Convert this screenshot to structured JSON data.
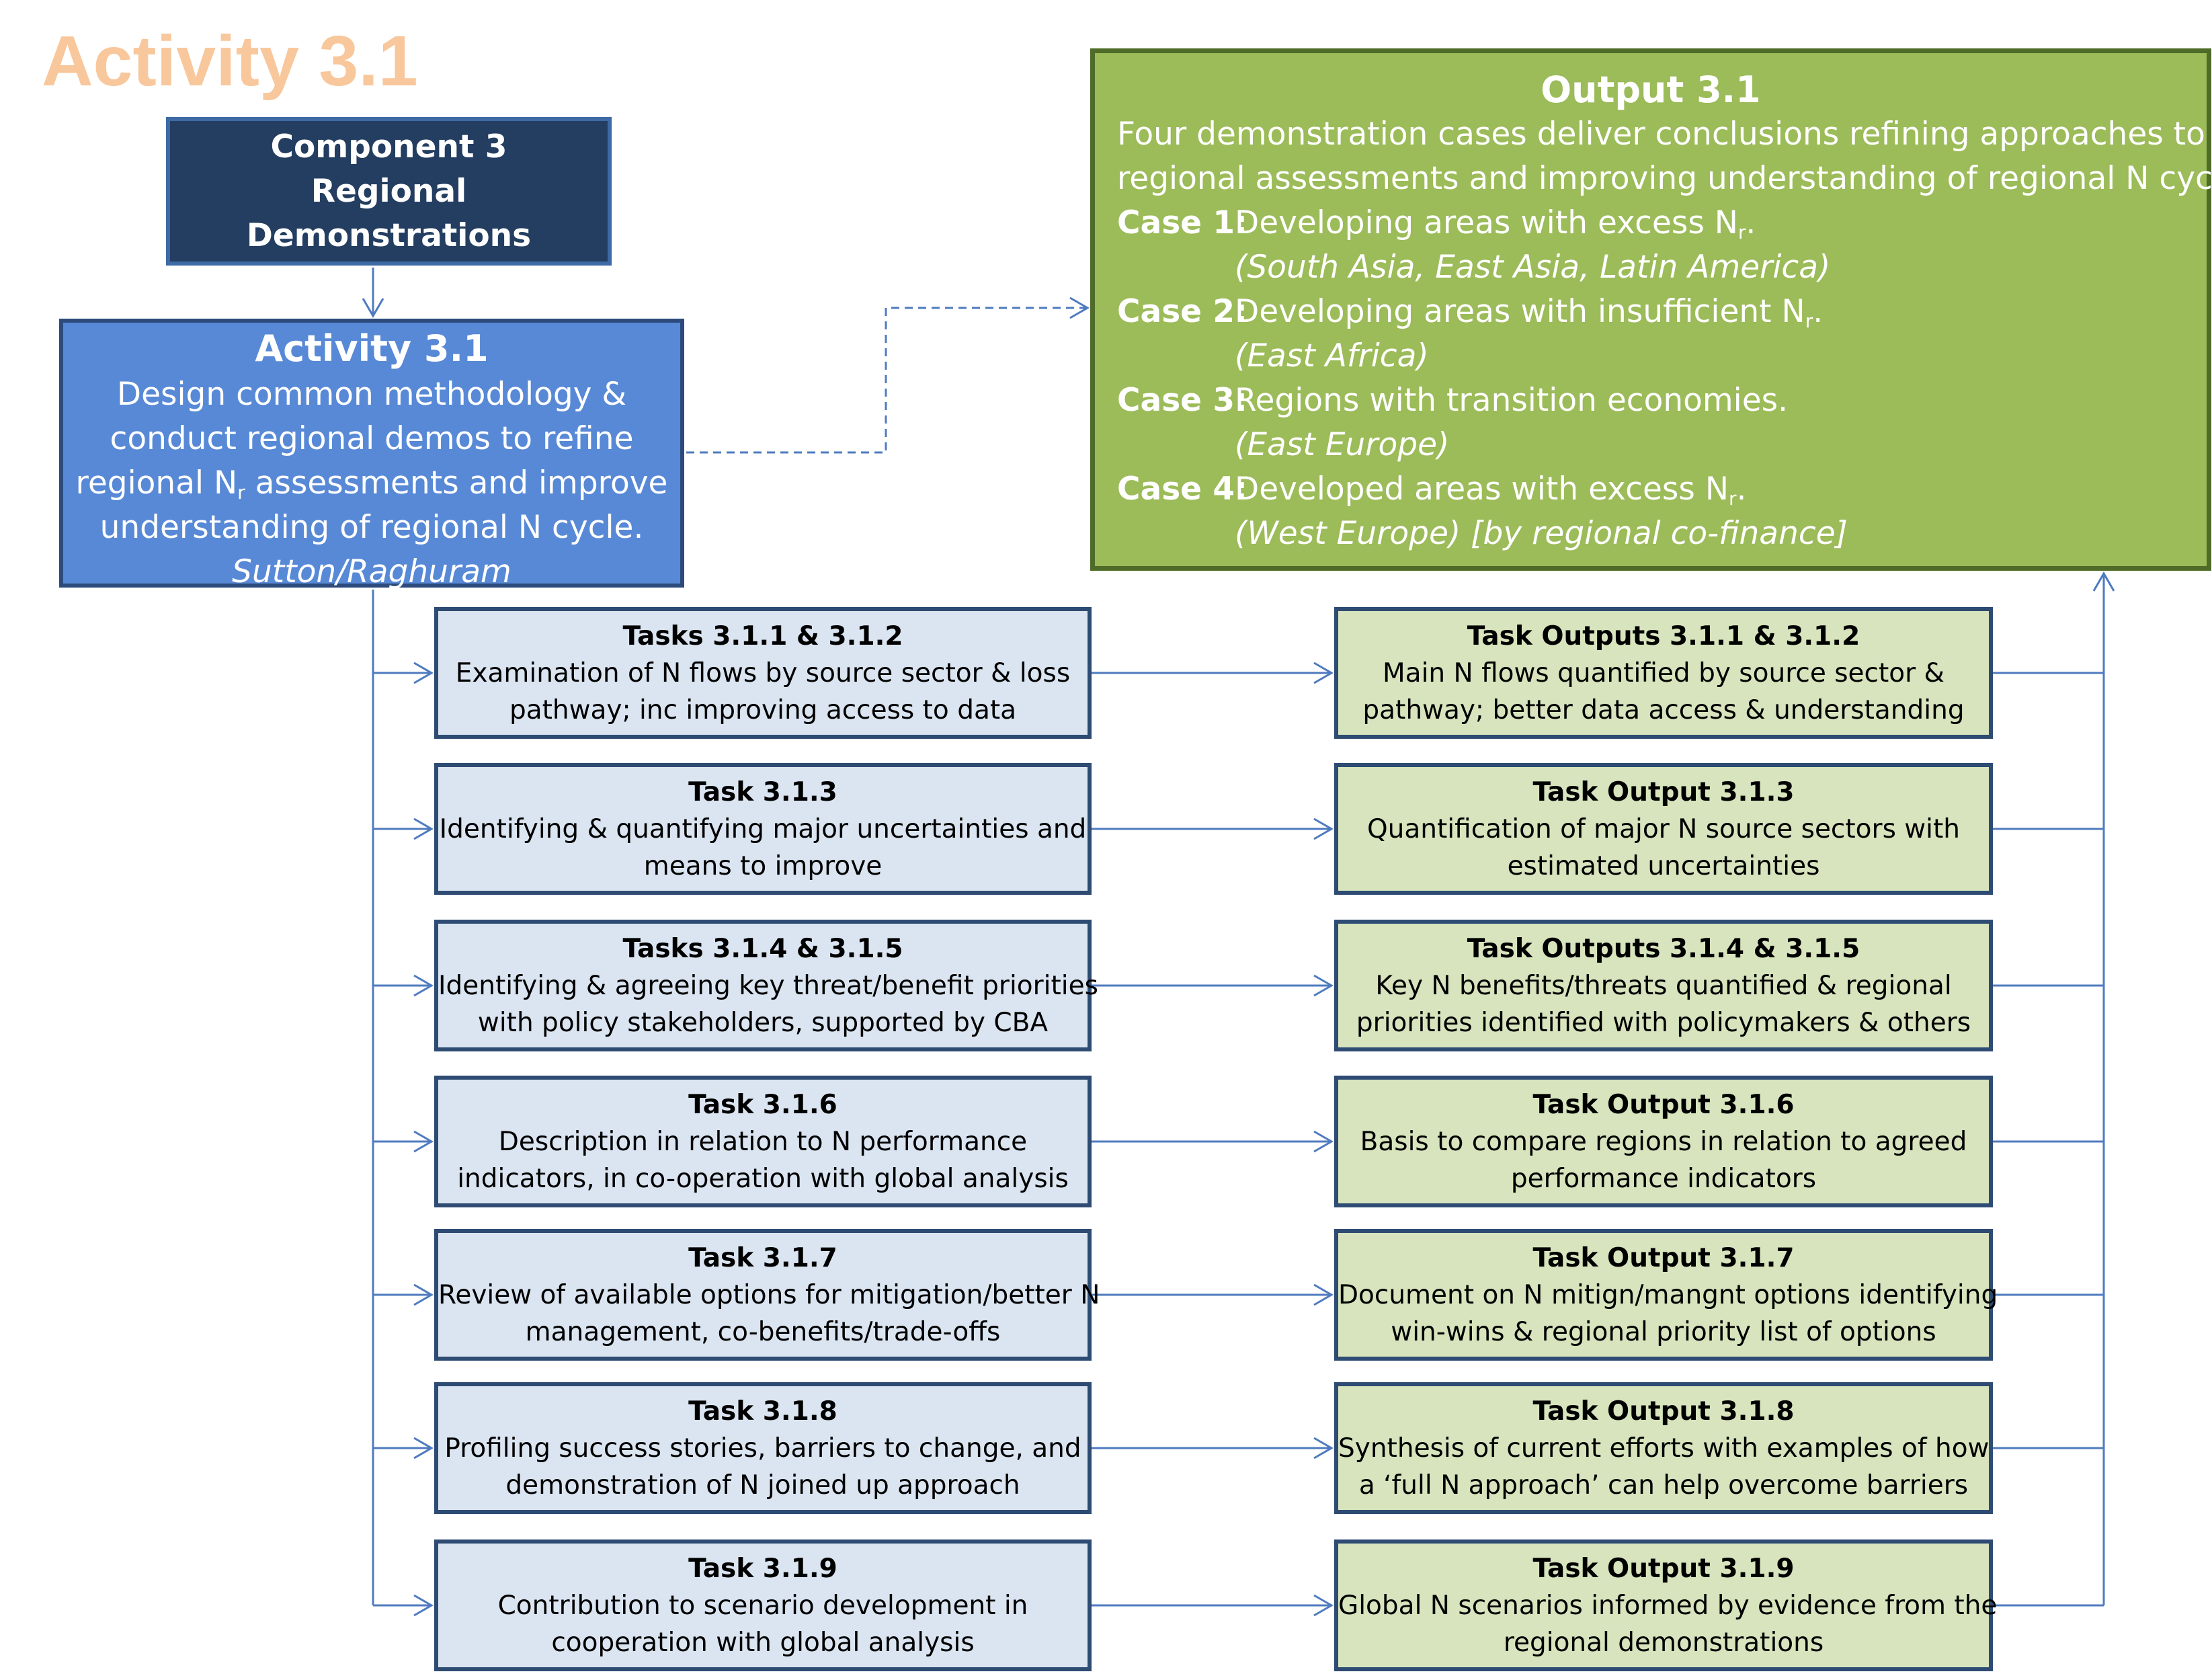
{
  "page_title": "Activity 3.1",
  "component": {
    "line1": "Component 3",
    "line2": "Regional Demonstrations"
  },
  "activity": {
    "title": "Activity 3.1",
    "line1": "Design common methodology &",
    "line2": "conduct regional demos to refine",
    "line3_pre": "regional N",
    "line3_sub": "r",
    "line3_post": " assessments and improve",
    "line4": "understanding of regional N cycle.",
    "leads": "Sutton/Raghuram"
  },
  "output": {
    "title": "Output 3.1",
    "intro1": "Four demonstration cases deliver conclusions refining approaches to",
    "intro2": "regional assessments and improving understanding of regional N cycle:",
    "cases": [
      {
        "label": "Case 1:",
        "text_pre": "Developing areas with excess N",
        "text_sub": "r",
        "text_post": ".",
        "region": "(South Asia, East Asia, Latin America)"
      },
      {
        "label": "Case 2:",
        "text_pre": "Developing areas with insufficient N",
        "text_sub": "r",
        "text_post": ".",
        "region": "(East Africa)"
      },
      {
        "label": "Case 3:",
        "text_pre": "Regions with transition economies.",
        "text_sub": "",
        "text_post": "",
        "region": "(East Europe)"
      },
      {
        "label": "Case 4:",
        "text_pre": "Developed areas with excess N",
        "text_sub": "r",
        "text_post": ".",
        "region": "(West Europe) [by regional co-finance]"
      }
    ]
  },
  "tasks": [
    {
      "title": "Tasks 3.1.1 & 3.1.2",
      "line1": "Examination of N flows by source sector & loss",
      "line2": "pathway; inc improving access to data"
    },
    {
      "title": "Task 3.1.3",
      "line1": "Identifying & quantifying major uncertainties and",
      "line2": "means to improve"
    },
    {
      "title": "Tasks 3.1.4 & 3.1.5",
      "line1": "Identifying & agreeing key threat/benefit priorities",
      "line2": "with policy stakeholders, supported by CBA"
    },
    {
      "title": "Task 3.1.6",
      "line1": "Description in relation to N performance",
      "line2": "indicators, in co-operation with global analysis"
    },
    {
      "title": "Task 3.1.7",
      "line1": "Review of available options for mitigation/better N",
      "line2": "management, co-benefits/trade-offs"
    },
    {
      "title": "Task 3.1.8",
      "line1": "Profiling success stories, barriers to change, and",
      "line2": "demonstration of N joined up approach"
    },
    {
      "title": "Task 3.1.9",
      "line1": "Contribution to scenario development in",
      "line2": "cooperation with global analysis"
    }
  ],
  "task_outputs": [
    {
      "title": "Task Outputs 3.1.1 & 3.1.2",
      "line1": "Main N flows quantified by source sector &",
      "line2": "pathway; better data access & understanding"
    },
    {
      "title": "Task Output 3.1.3",
      "line1": "Quantification of major N source sectors with",
      "line2": "estimated uncertainties"
    },
    {
      "title": "Task Outputs 3.1.4 & 3.1.5",
      "line1": "Key N benefits/threats quantified & regional",
      "line2": "priorities identified with policymakers & others"
    },
    {
      "title": "Task Output 3.1.6",
      "line1": "Basis to compare regions in relation to agreed",
      "line2": "performance indicators"
    },
    {
      "title": "Task Output 3.1.7",
      "line1": "Document on N mitign/mangnt options identifying",
      "line2": "win-wins & regional priority list of options"
    },
    {
      "title": "Task Output 3.1.8",
      "line1": "Synthesis of current efforts with examples of how",
      "line2": "a ‘full N approach’ can help overcome barriers"
    },
    {
      "title": "Task Output 3.1.9",
      "line1": "Global N scenarios informed by evidence from the",
      "line2": "regional demonstrations"
    }
  ],
  "colors": {
    "title_orange": "#f8c79c",
    "component_fill": "#243e61",
    "activity_fill": "#5889d6",
    "output_fill": "#9cbb59",
    "task_fill": "#dbe5f1",
    "task_output_fill": "#d7e4bd",
    "connector": "#4f7bbf"
  }
}
